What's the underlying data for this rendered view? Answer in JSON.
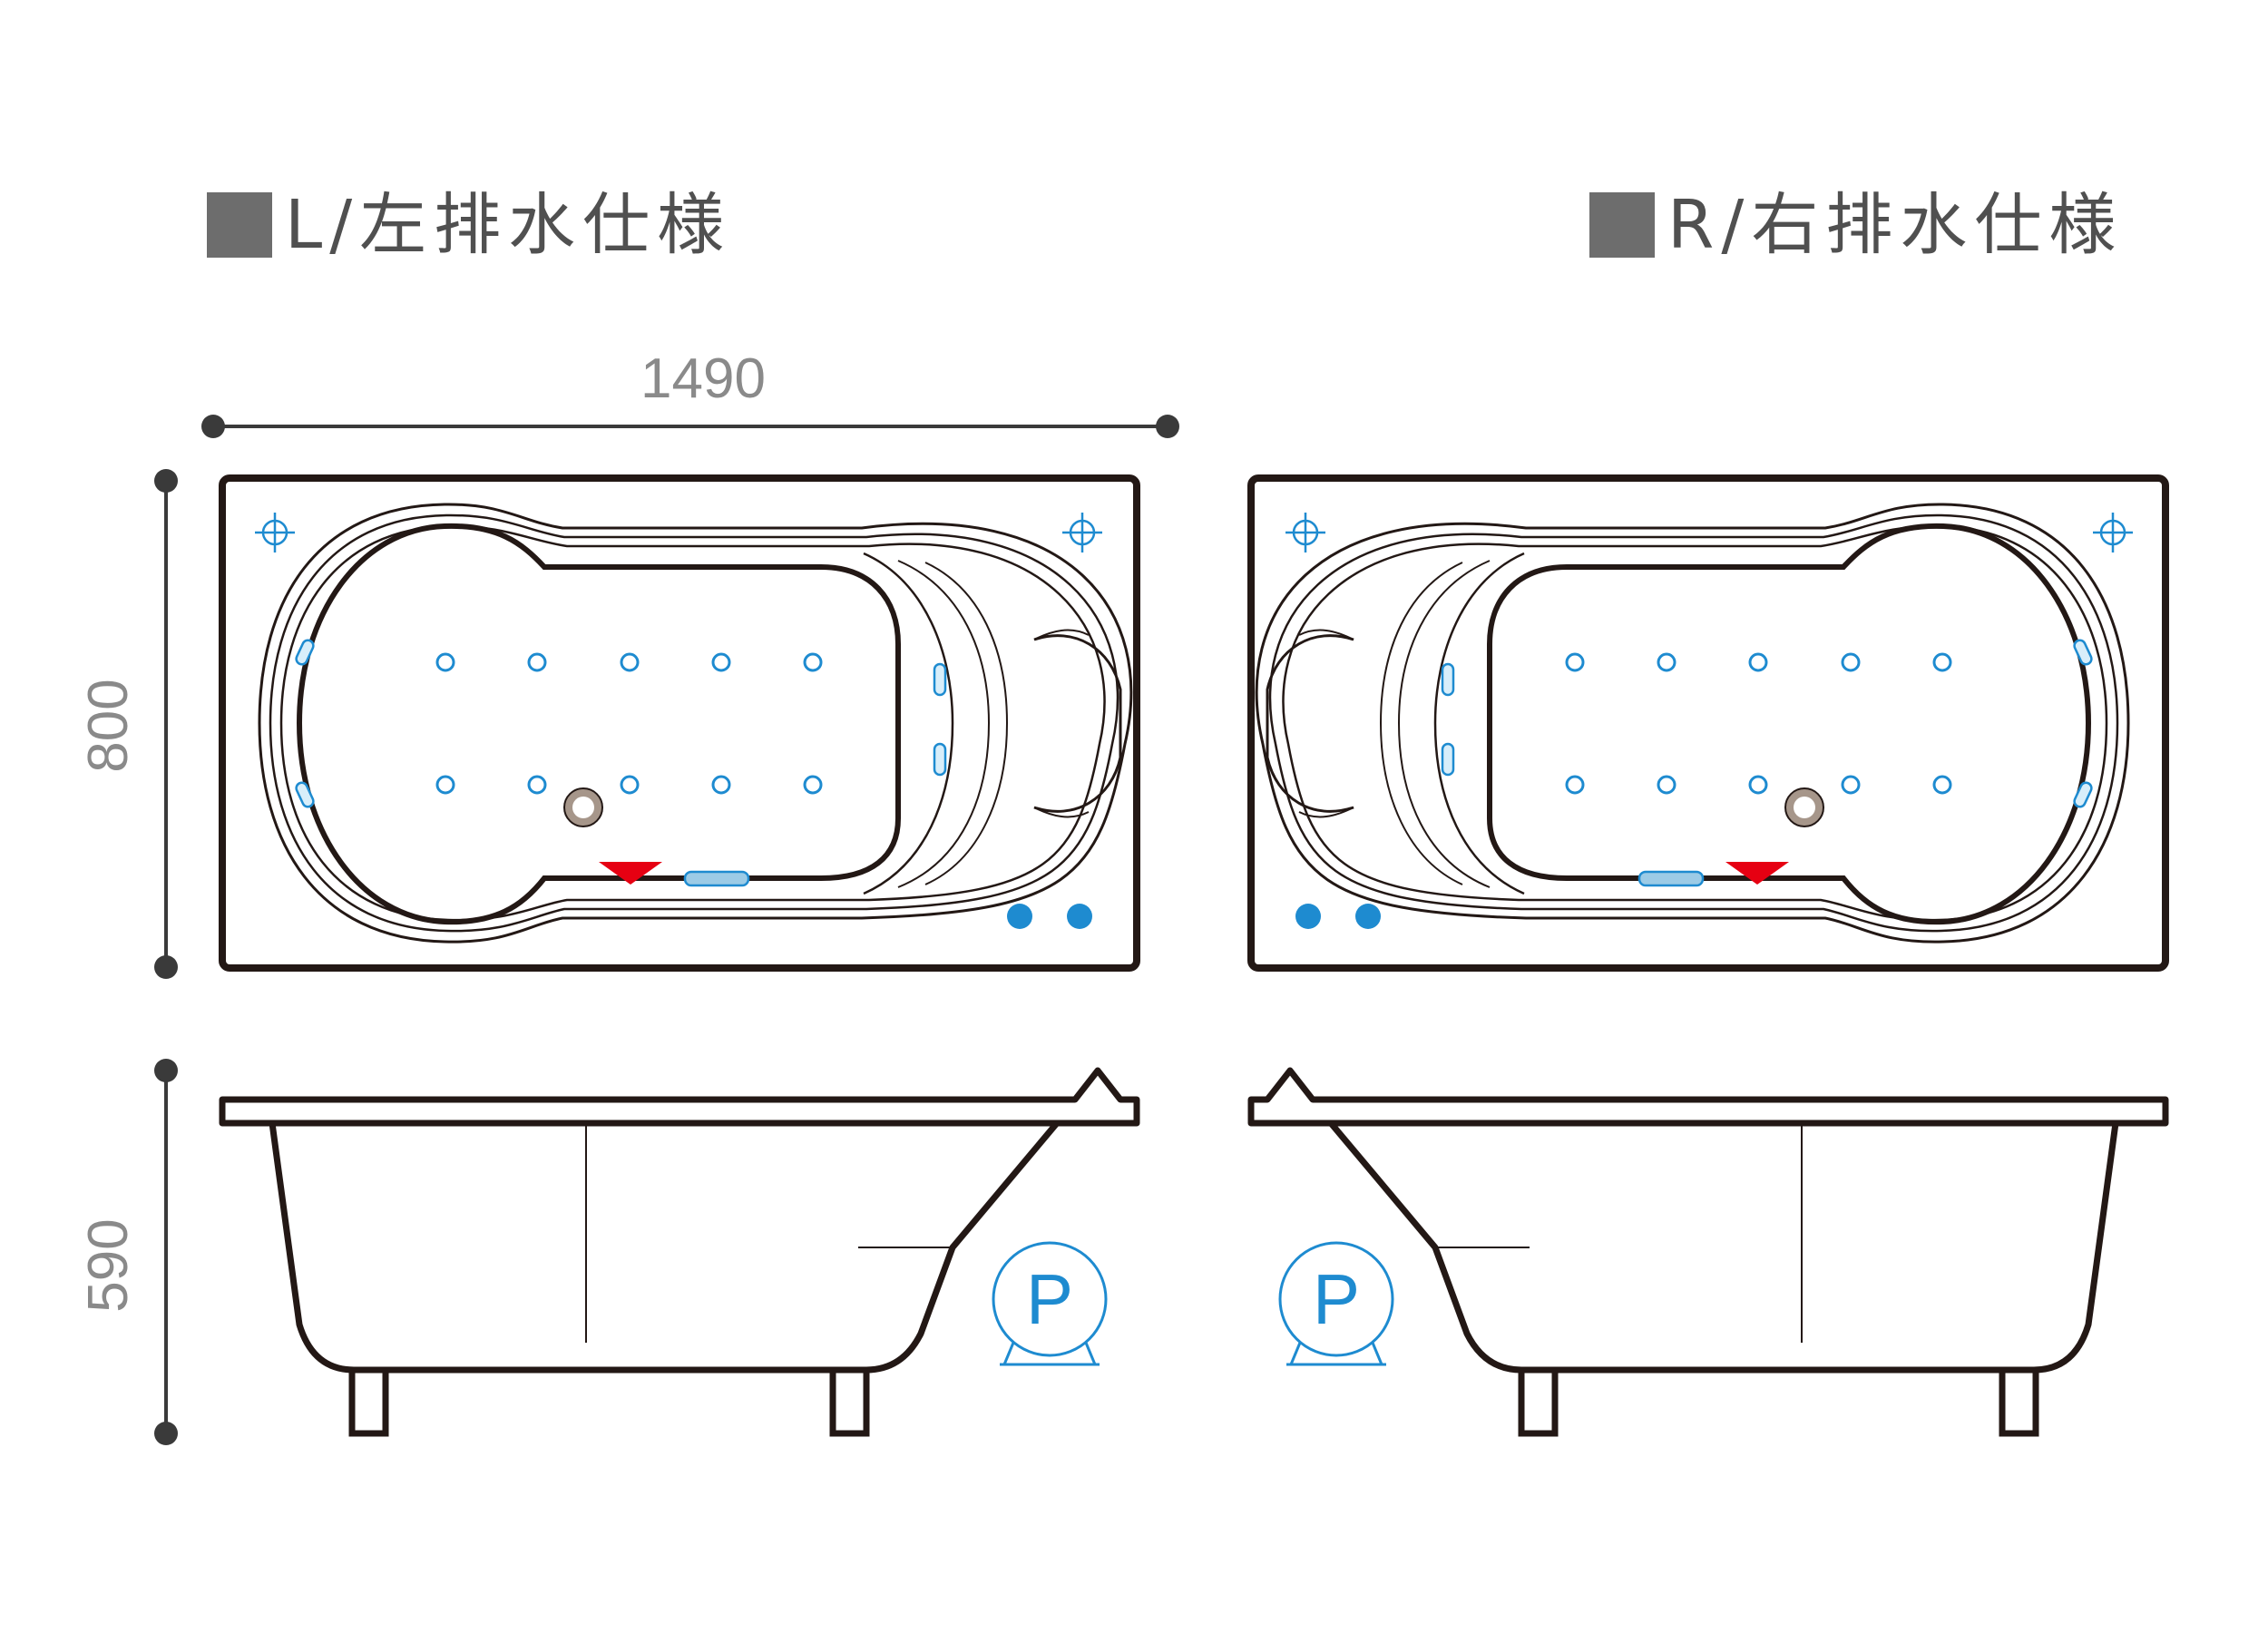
{
  "headers": {
    "left": "L/左排水仕様",
    "right": "R/右排水仕様"
  },
  "dimensions": {
    "width": "1490",
    "depth": "800",
    "height": "590"
  },
  "pump_symbol": {
    "letter": "P"
  },
  "colors": {
    "outline": "#231815",
    "header_square": "#6d6d6d",
    "dimension_gray": "#8a8a8a",
    "jet_blue": "#1e8bd0",
    "drain_red": "#e60012",
    "drain_plug": "#a6968a"
  },
  "icons": {
    "mount": "crosshair-icon",
    "jet": "jet-nozzle-icon",
    "drain_marker": "drain-arrow-icon",
    "pump": "pump-icon"
  }
}
